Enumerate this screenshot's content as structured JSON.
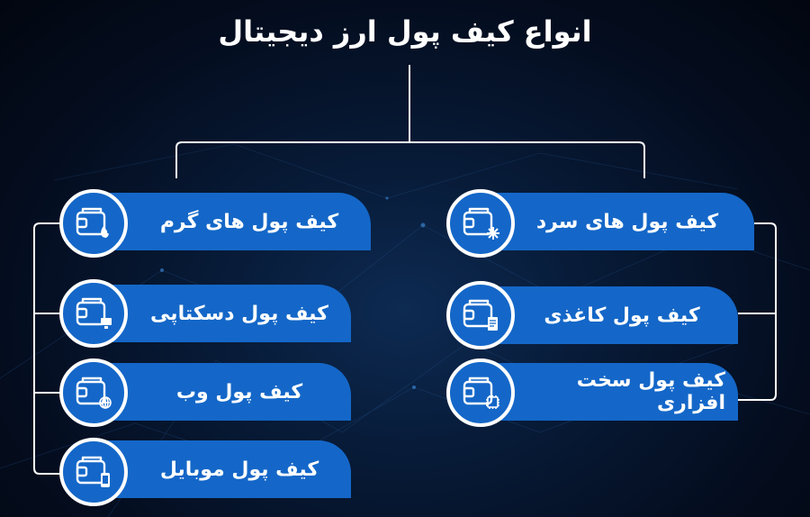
{
  "title": "انواع کیف پول ارز دیجیتال",
  "colors": {
    "accent": "#1467c8",
    "line": "#ffffff",
    "background": "#071a36"
  },
  "left_items": [
    {
      "label": "کیف پول های گرم",
      "icon": "wallet-fire-icon"
    },
    {
      "label": "کیف پول دسکتاپی",
      "icon": "wallet-desktop-icon"
    },
    {
      "label": "کیف پول وب",
      "icon": "wallet-web-icon"
    },
    {
      "label": "کیف پول موبایل",
      "icon": "wallet-mobile-icon"
    }
  ],
  "right_items": [
    {
      "label": "کیف پول های سرد",
      "icon": "wallet-snowflake-icon"
    },
    {
      "label": "کیف پول کاغذی",
      "icon": "wallet-paper-icon"
    },
    {
      "label": "کیف پول سخت افزاری",
      "icon": "wallet-chip-icon"
    }
  ]
}
